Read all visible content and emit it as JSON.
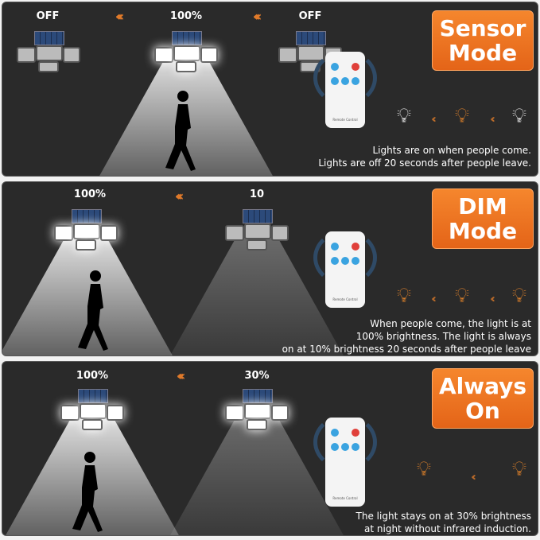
{
  "accent": "#f07a22",
  "panels": [
    {
      "mode": [
        "Sensor",
        "Mode"
      ],
      "labels": [
        "OFF",
        "100%",
        "OFF"
      ],
      "desc": [
        "Lights are on when people come.",
        "Lights are off 20 seconds after people leave."
      ],
      "remote": "Remote Control"
    },
    {
      "mode": [
        "DIM",
        "Mode"
      ],
      "labels": [
        "100%",
        "10"
      ],
      "desc": [
        "When people come, the light is at",
        "100% brightness. The light is always",
        "on at 10% brightness 20 seconds after people leave"
      ],
      "remote": "Remote Control"
    },
    {
      "mode": [
        "Always",
        "On"
      ],
      "labels": [
        "100%",
        "30%"
      ],
      "desc": [
        "The light stays on at 30% brightness",
        "at night without infrared induction."
      ],
      "remote": "Remote Control"
    }
  ],
  "chevrons": "‹‹‹‹"
}
